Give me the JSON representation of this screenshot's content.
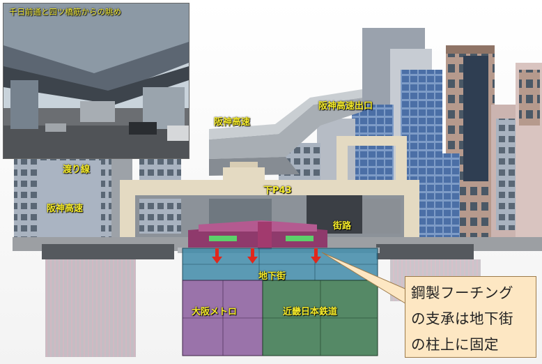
{
  "inset": {
    "title": "千日前通と四ツ橋筋からの眺め"
  },
  "labels": {
    "hanshin_express_top": "阪神高速",
    "hanshin_exit": "阪神高速出口",
    "connector": "渡り線",
    "hanshin_express_left": "阪神高速",
    "pier": "下P43",
    "street": "街路",
    "underground_mall": "地下街",
    "osaka_metro": "大阪メトロ",
    "kintetsu": "近畿日本鉄道"
  },
  "callout": {
    "lines": [
      "鋼製フーチング",
      "の支承は地下街",
      "の柱上に固定"
    ]
  },
  "colors": {
    "label_yellow": "#f6ec2a",
    "metro_purple": "#8a5c9c",
    "kintetsu_green": "#3f7a52",
    "mall_blue": "#3f8aa8",
    "pier_beige": "#e4dac2",
    "callout_bg": "#fde7c3",
    "support_red": "#e0281c"
  }
}
